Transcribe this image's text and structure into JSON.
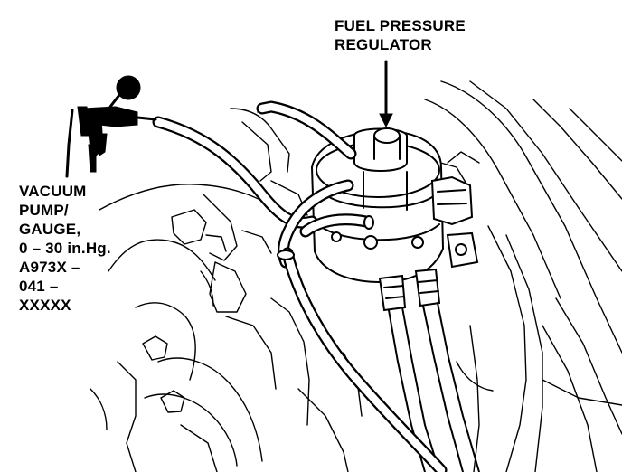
{
  "diagram": {
    "callouts": {
      "fuel_pressure_regulator": {
        "lines": [
          "FUEL PRESSURE",
          "REGULATOR"
        ]
      },
      "vacuum_pump_gauge": {
        "lines": [
          "VACUUM",
          "PUMP/",
          "GAUGE,",
          "0 – 30 in.Hg.",
          "A973X –",
          "041 –",
          "XXXXX"
        ]
      }
    },
    "colors": {
      "ink": "#000000",
      "paper": "#ffffff"
    }
  }
}
